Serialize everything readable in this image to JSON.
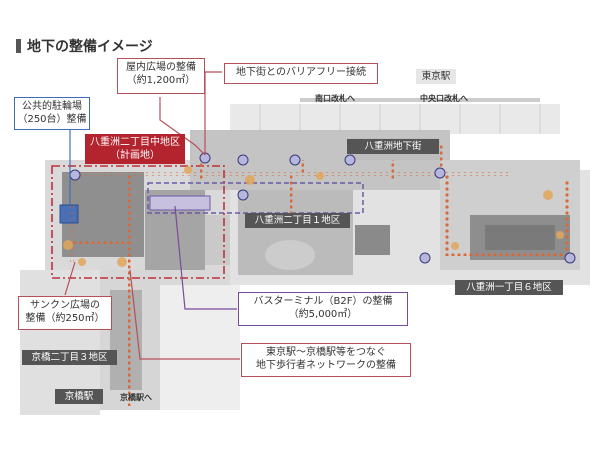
{
  "heading": "地下の整備イメージ",
  "callouts": {
    "plaza": "屋内広場の整備\n（約1,200㎡）",
    "barrier_free": "地下街とのバリアフリー接続",
    "parking": "公共的駐輪場\n（250台）整備",
    "project": "八重洲二丁目中地区\n（計画地）",
    "sunken": "サンクン広場の\n整備（約250㎡）",
    "bus": "バスターミナル（B2F）の整備\n（約5,000㎡）",
    "network": "東京駅〜京橋駅等をつなぐ\n地下歩行者ネットワークの整備"
  },
  "map_labels": {
    "tokyo_station": "東京駅",
    "south_gate": "南口改札へ",
    "central_gate": "中央口改札へ",
    "yaesu_underground": "八重洲地下街",
    "yaesu2_district1": "八重洲二丁目１地区",
    "yaesu1_district6": "八重洲一丁目６地区",
    "kyobashi2_district3": "京橋二丁目３地区",
    "kyobashi_station": "京橋駅",
    "to_kyobashi": "京橋駅へ"
  },
  "colors": {
    "callout_red": "#b5505a",
    "callout_blue": "#3f6db5",
    "callout_purple": "#7a4a9a",
    "project_fill": "#b3242e",
    "route_dots": "#d86a3a",
    "building": "#9a9a9a"
  }
}
